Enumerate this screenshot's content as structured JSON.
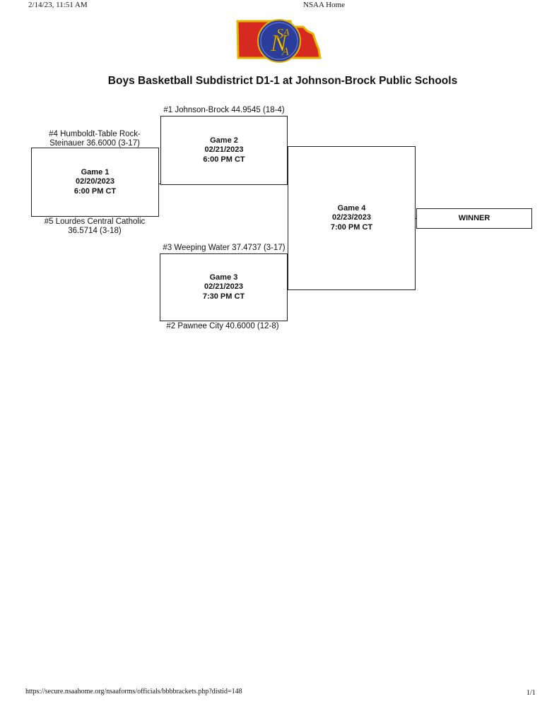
{
  "header": {
    "printed_at": "2/14/23, 11:51 AM",
    "site_title": "NSAA Home"
  },
  "logo": {
    "text": "NSAA",
    "colors": {
      "state_shape": "#d62a20",
      "state_border": "#e6b400",
      "disc": "#2a3d9a",
      "letters": "#f0c419"
    }
  },
  "title": "Boys Basketball Subdistrict D1-1 at Johnson-Brock Public Schools",
  "bracket": {
    "teams": {
      "seed4_line1": "#4 Humboldt-Table Rock-",
      "seed4_line2": "Steinauer 36.6000 (3-17)",
      "seed5_line1": "#5 Lourdes Central Catholic",
      "seed5_line2": "36.5714 (3-18)",
      "seed1": "#1 Johnson-Brock 44.9545 (18-4)",
      "seed3": "#3 Weeping Water 37.4737 (3-17)",
      "seed2": "#2 Pawnee City 40.6000 (12-8)"
    },
    "games": [
      {
        "name": "Game 1",
        "date": "02/20/2023",
        "time": "6:00 PM CT"
      },
      {
        "name": "Game 2",
        "date": "02/21/2023",
        "time": "6:00 PM CT"
      },
      {
        "name": "Game 3",
        "date": "02/21/2023",
        "time": "7:30 PM CT"
      },
      {
        "name": "Game 4",
        "date": "02/23/2023",
        "time": "7:00 PM CT"
      }
    ],
    "winner_label": "WINNER"
  },
  "footer": {
    "url": "https://secure.nsaahome.org/nsaaforms/officials/bbbbrackets.php?distid=148",
    "page": "1/1"
  }
}
